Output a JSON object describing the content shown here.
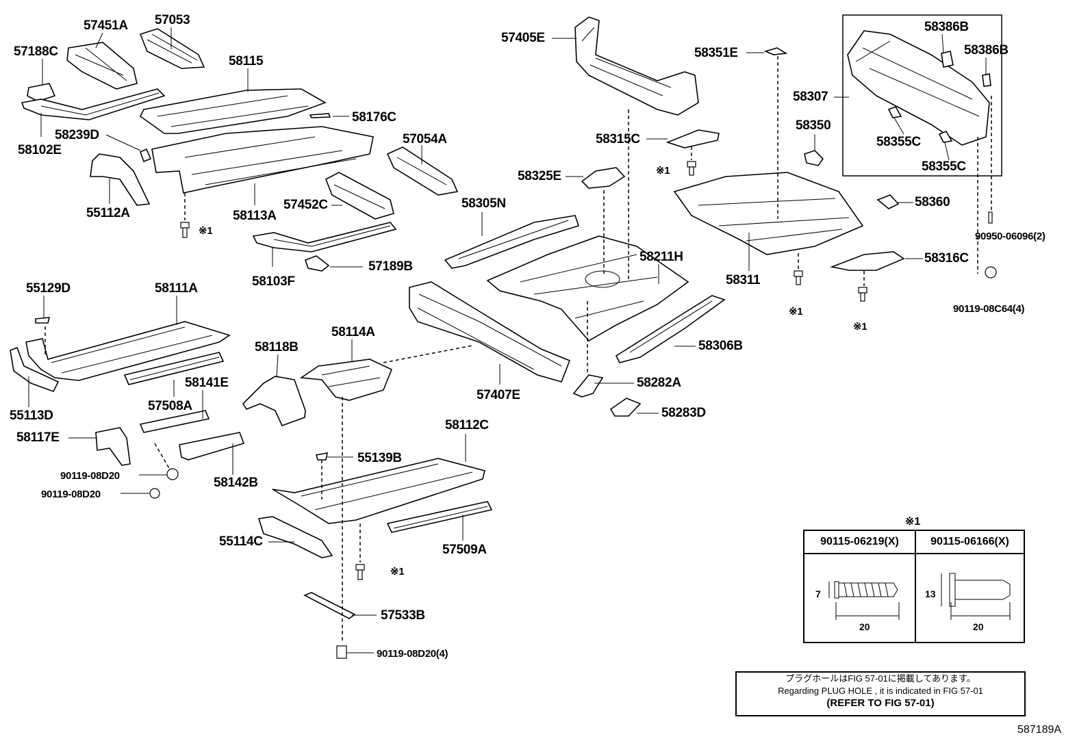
{
  "labels": {
    "p57451A": "57451A",
    "p57053": "57053",
    "p57188C": "57188C",
    "p58115": "58115",
    "p58102E": "58102E",
    "p58176C": "58176C",
    "p58239D": "58239D",
    "p57054A": "57054A",
    "p55112A": "55112A",
    "p58113A": "58113A",
    "p57452C": "57452C",
    "p58103F": "58103F",
    "p57189B": "57189B",
    "p55129D": "55129D",
    "p58111A": "58111A",
    "p58118B": "58118B",
    "p58114A": "58114A",
    "p58141E": "58141E",
    "p55113D": "55113D",
    "p57508A": "57508A",
    "p58117E": "58117E",
    "p90119_08D20_a": "90119-08D20",
    "p90119_08D20_b": "90119-08D20",
    "p58142B": "58142B",
    "p58112C": "58112C",
    "p55139B": "55139B",
    "p55114C": "55114C",
    "p57509A": "57509A",
    "p57533B": "57533B",
    "p90119_08D20_4": "90119-08D20(4)",
    "p57405E": "57405E",
    "p58351E": "58351E",
    "p58315C": "58315C",
    "p58325E": "58325E",
    "p58305N": "58305N",
    "p58211H": "58211H",
    "p57407E": "57407E",
    "p58306B": "58306B",
    "p58282A": "58282A",
    "p58283D": "58283D",
    "p58386B_a": "58386B",
    "p58386B_b": "58386B",
    "p58307": "58307",
    "p58350": "58350",
    "p58355C_a": "58355C",
    "p58355C_b": "58355C",
    "p58360": "58360",
    "p90950": "90950-06096(2)",
    "p58311": "58311",
    "p58316C": "58316C",
    "p90119_08C64": "90119-08C64(4)"
  },
  "marks": {
    "note1": "※1",
    "note1_spaced": "※1"
  },
  "legend": {
    "mark": "※1",
    "col1_header": "90115-06219(X)",
    "col2_header": "90115-06166(X)",
    "col1_height": "7",
    "col1_length": "20",
    "col2_height": "13",
    "col2_length": "20"
  },
  "note": {
    "line_ja": "プラグホールはFIG 57-01に掲載してあります。",
    "line_en": "Regarding  PLUG  HOLE , it is indicated in  FIG  57-01",
    "line_ref": "(REFER  TO  FIG  57-01)"
  },
  "figure_id": "587189A"
}
